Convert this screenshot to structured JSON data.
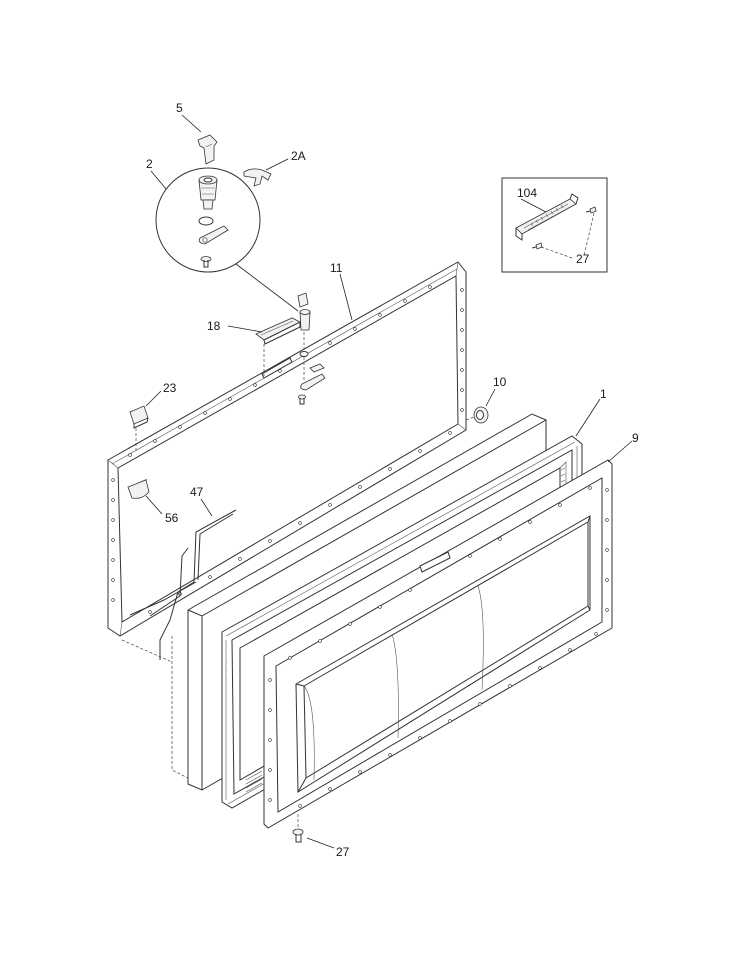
{
  "callouts": {
    "c5": "5",
    "c2A": "2A",
    "c2": "2",
    "c104": "104",
    "c27_inset": "27",
    "c11": "11",
    "c18": "18",
    "c10": "10",
    "c23": "23",
    "c1": "1",
    "c9": "9",
    "c47": "47",
    "c56": "56",
    "c27_bottom": "27"
  }
}
